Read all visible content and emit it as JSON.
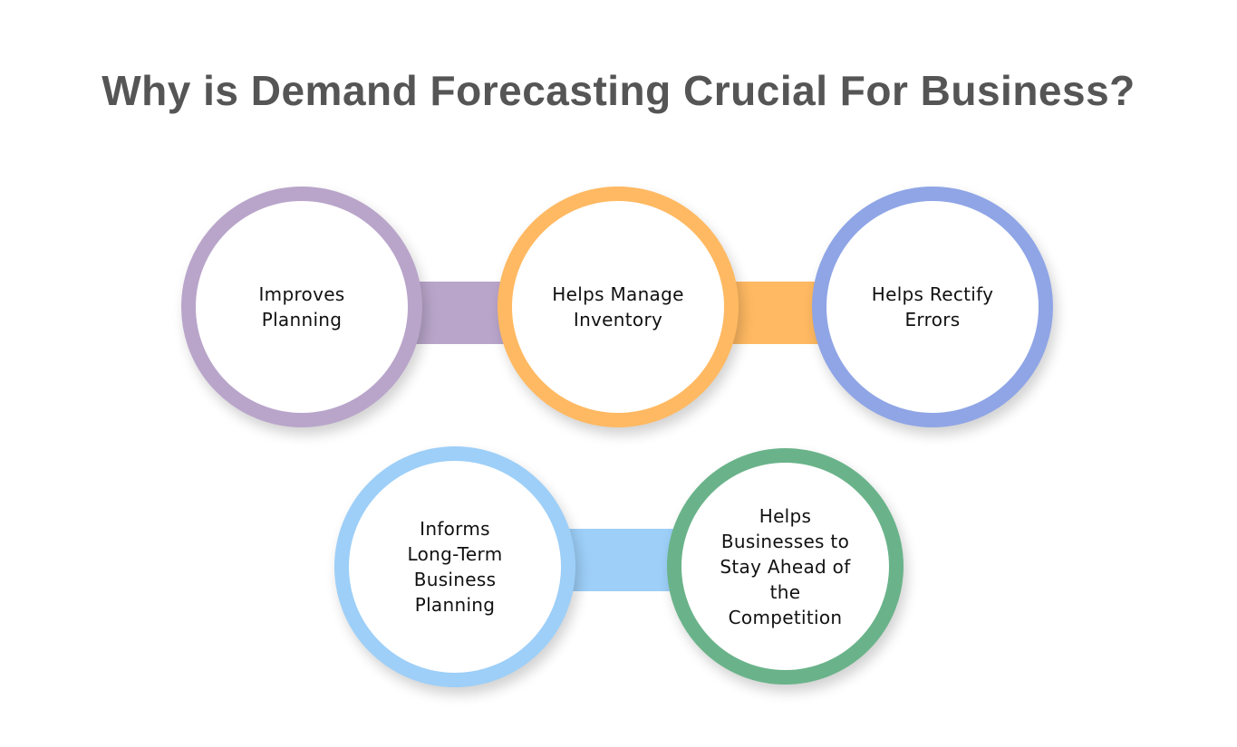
{
  "title": "Why is Demand Forecasting Crucial For Business?",
  "colors": {
    "title_text": "#555555",
    "purple": "#B9A5CA",
    "orange": "#FFB962",
    "indigo": "#8FA5E6",
    "light_blue": "#9DCFF8",
    "green": "#6AB38A"
  },
  "nodes": [
    {
      "label": "Improves\nPlanning",
      "color": "#B9A5CA"
    },
    {
      "label": "Helps Manage\nInventory",
      "color": "#FFB962"
    },
    {
      "label": "Helps Rectify\nErrors",
      "color": "#8FA5E6"
    },
    {
      "label": "Informs\nLong-Term\nBusiness\nPlanning",
      "color": "#9DCFF8"
    },
    {
      "label": "Helps\nBusinesses to\nStay Ahead of\nthe\nCompetition",
      "color": "#6AB38A"
    }
  ],
  "connectors": [
    {
      "from": 0,
      "to": 1,
      "color": "#B9A5CA"
    },
    {
      "from": 1,
      "to": 2,
      "color": "#FFB962"
    },
    {
      "from": 3,
      "to": 4,
      "color": "#9DCFF8"
    }
  ]
}
